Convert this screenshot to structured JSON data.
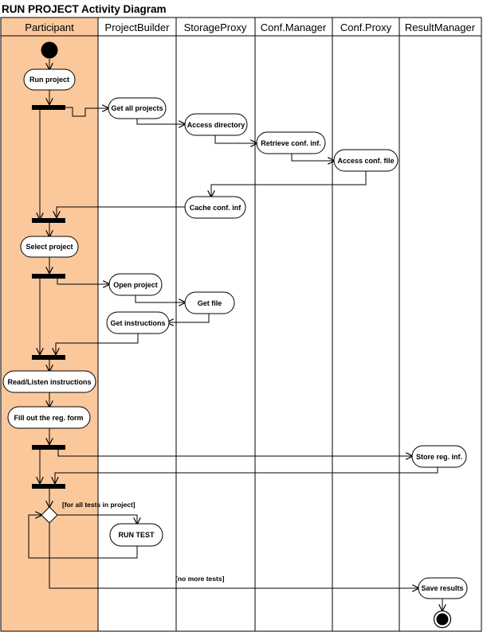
{
  "title": "RUN PROJECT Activity Diagram",
  "colors": {
    "participant_lane": "#fbc89c",
    "line": "#000000",
    "background": "#ffffff"
  },
  "lanes": [
    {
      "id": "participant",
      "label": "Participant"
    },
    {
      "id": "projectbuilder",
      "label": "ProjectBuilder"
    },
    {
      "id": "storageproxy",
      "label": "StorageProxy"
    },
    {
      "id": "confmanager",
      "label": "Conf.Manager"
    },
    {
      "id": "confproxy",
      "label": "Conf.Proxy"
    },
    {
      "id": "resultmanager",
      "label": "ResultManager"
    }
  ],
  "activities": {
    "run_project": "Run project",
    "get_all_projects": "Get all projects",
    "access_directory": "Access directory",
    "retrieve_conf_inf": "Retrieve conf. inf.",
    "access_conf_file": "Access conf. file",
    "cache_conf_inf": "Cache conf. inf",
    "select_project": "Select project",
    "open_project": "Open project",
    "get_file": "Get file",
    "get_instructions": "Get instructions",
    "read_listen_instructions": "Read/Listen instructions",
    "fill_out_reg_form": "Fill out the reg. form",
    "store_reg_inf": "Store reg. inf.",
    "run_test": "RUN TEST",
    "save_results": "Save results"
  },
  "guards": {
    "for_all_tests": "[for all tests in project]",
    "no_more_tests": "[no more tests]"
  }
}
